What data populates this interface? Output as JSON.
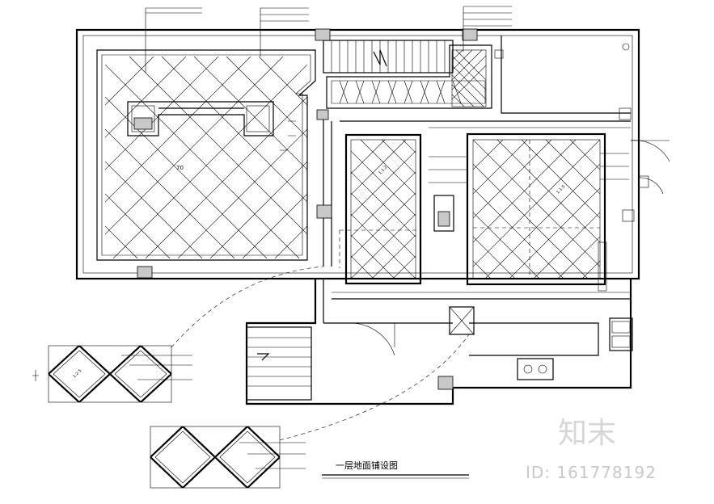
{
  "drawing": {
    "title": "一层地面铺设图",
    "dim_70": "70",
    "dim_a": "1.1.2",
    "dim_b": "1.1.5",
    "dim_c": "1.2.5"
  },
  "watermark": {
    "logo": "知末",
    "id_text": "ID: 161778192"
  },
  "colors": {
    "line": "#000000",
    "fill": "#c8c8c8",
    "watermark": "#d0d0d0"
  }
}
